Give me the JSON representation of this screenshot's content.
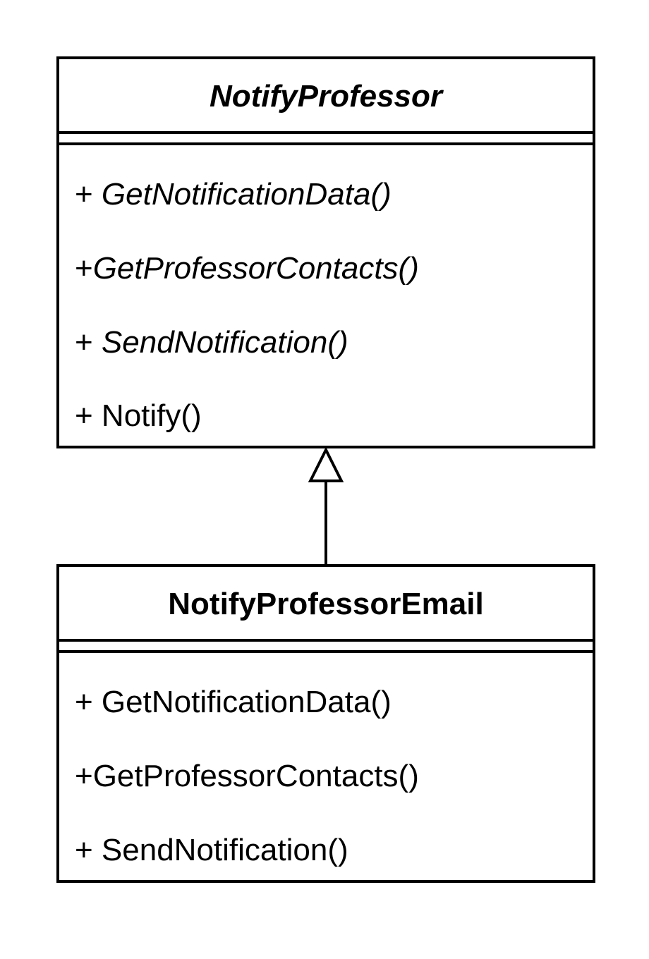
{
  "parent_class": {
    "name": "NotifyProfessor",
    "methods": [
      {
        "visibility": "+ ",
        "name": "GetNotificationData()"
      },
      {
        "visibility": "+",
        "name": "GetProfessorContacts()"
      },
      {
        "visibility": "+ ",
        "name": "SendNotification()"
      },
      {
        "visibility": "+ ",
        "name": "Notify()"
      }
    ]
  },
  "child_class": {
    "name": "NotifyProfessorEmail",
    "methods": [
      {
        "visibility": "+ ",
        "name": "GetNotificationData()"
      },
      {
        "visibility": "+",
        "name": "GetProfessorContacts()"
      },
      {
        "visibility": "+ ",
        "name": "SendNotification()"
      }
    ]
  }
}
